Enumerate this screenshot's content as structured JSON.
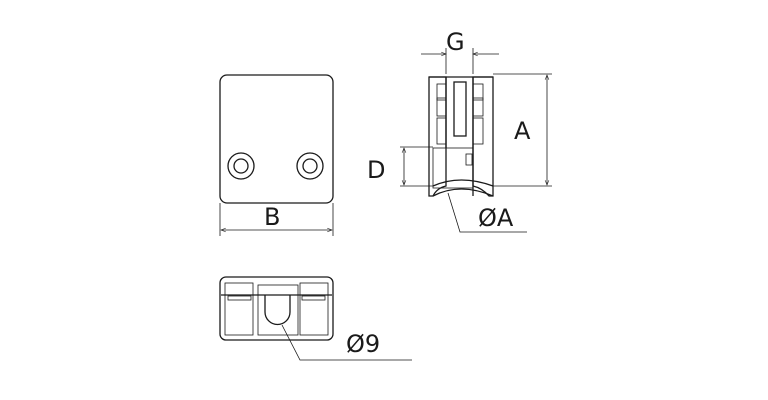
{
  "labels": {
    "width": "B",
    "gap": "G",
    "height": "A",
    "depth": "D",
    "diameter": "ØA",
    "hole_diameter": "Ø9"
  }
}
